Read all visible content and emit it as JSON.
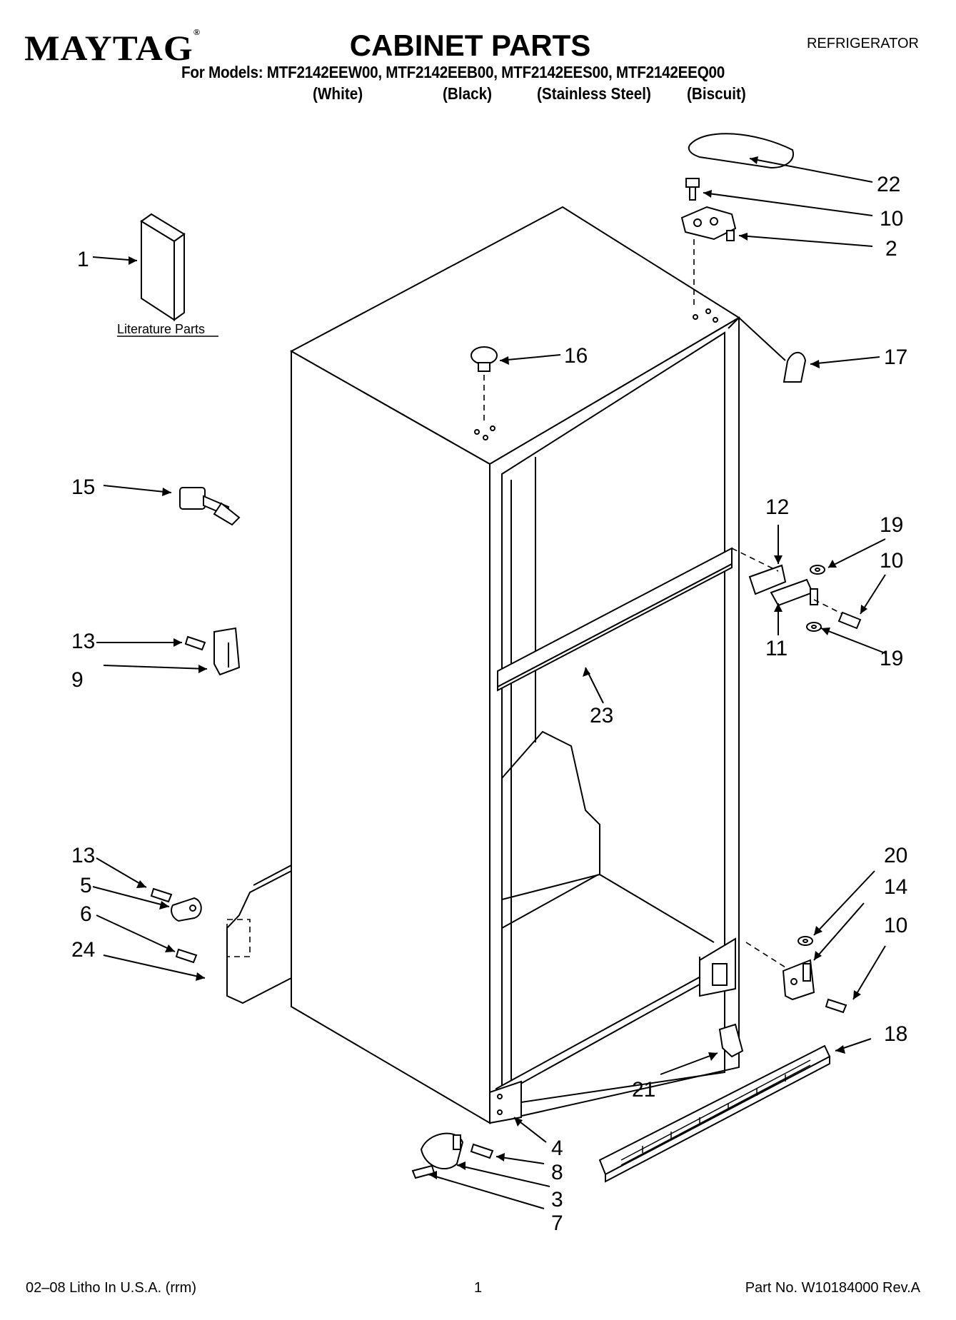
{
  "header": {
    "brand": "MAYTAG",
    "brand_mark": "®",
    "title": "CABINET PARTS",
    "doc_type": "REFRIGERATOR",
    "models_line": "For Models: MTF2142EEW00, MTF2142EEB00, MTF2142EES00, MTF2142EEQ00",
    "colors": [
      "(White)",
      "(Black)",
      "(Stainless Steel)",
      "(Biscuit)"
    ]
  },
  "diagram": {
    "literature_label": "Literature Parts",
    "callouts": [
      "1",
      "22",
      "10",
      "2",
      "16",
      "17",
      "15",
      "12",
      "19",
      "10",
      "11",
      "19",
      "13",
      "9",
      "23",
      "13",
      "5",
      "6",
      "24",
      "20",
      "14",
      "10",
      "18",
      "21",
      "4",
      "8",
      "3",
      "7"
    ]
  },
  "footer": {
    "left": "02–08 Litho In U.S.A. (rrm)",
    "page": "1",
    "part_no": "Part No. W10184000 Rev.A"
  },
  "icons": [
    "literature-book-icon",
    "cabinet-outline-icon",
    "hinge-cover-icon",
    "screw-icon",
    "hinge-plate-icon",
    "plug-button-icon",
    "cover-clip-icon",
    "shim-icon",
    "bracket-icon",
    "washer-icon",
    "grille-icon",
    "leveling-leg-icon"
  ]
}
